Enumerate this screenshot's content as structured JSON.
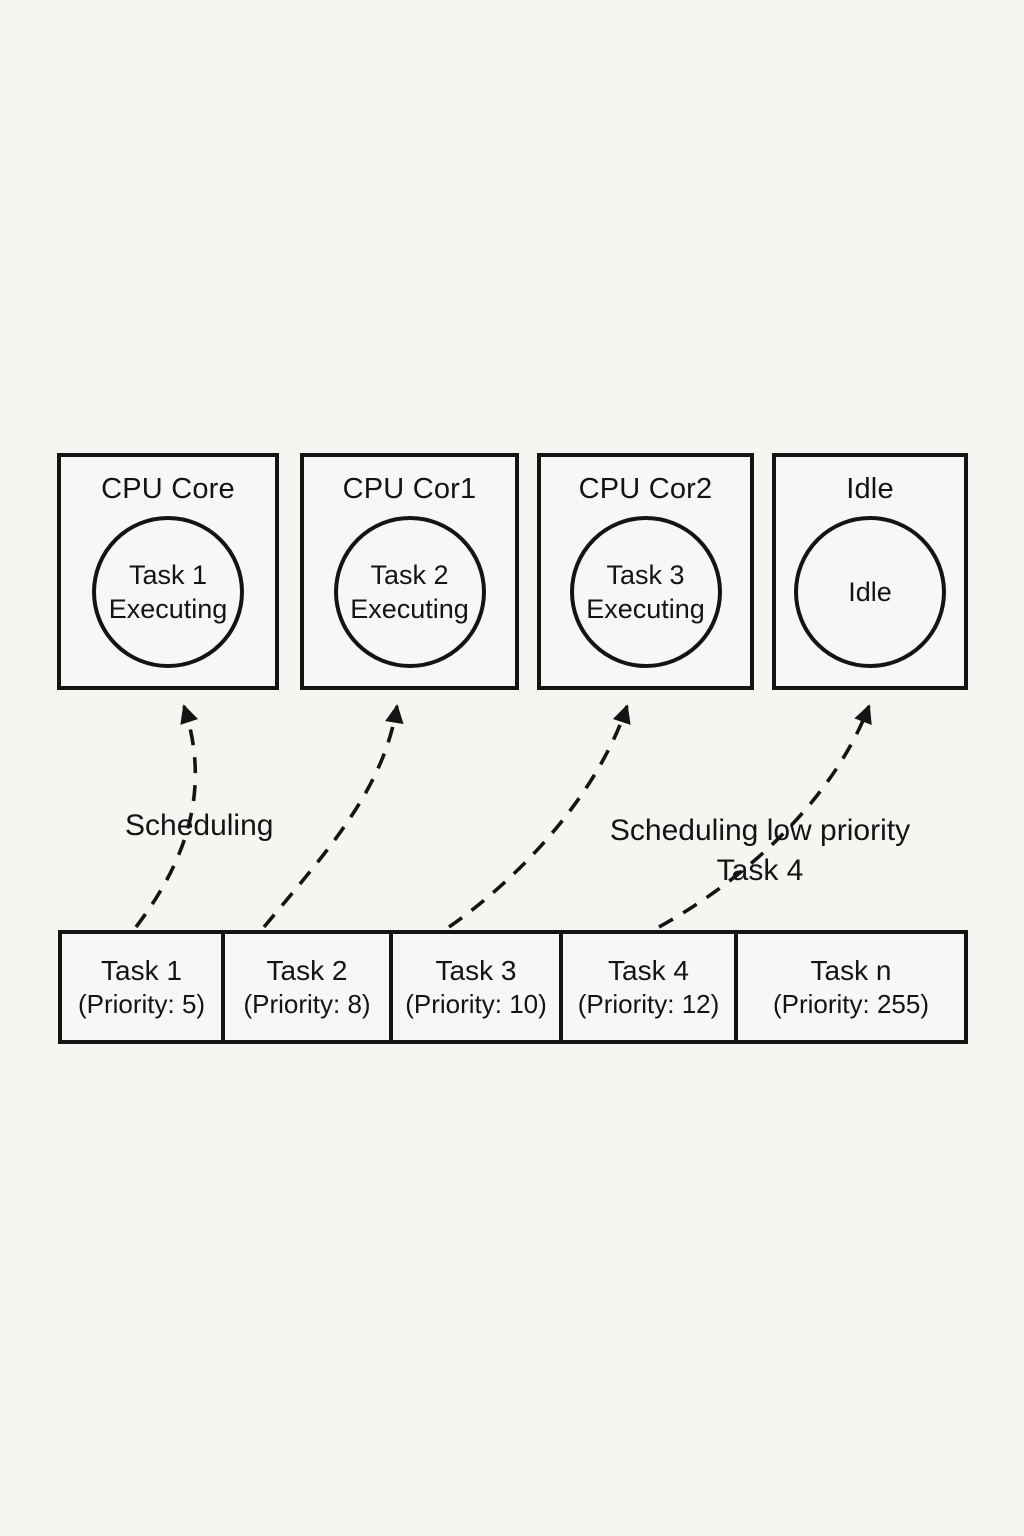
{
  "canvas": {
    "background": "#f6f5f2",
    "line_color": "#141414"
  },
  "cores": [
    {
      "title": "CPU Core",
      "state_line1": "Task 1",
      "state_line2": "Executing"
    },
    {
      "title": "CPU Cor1",
      "state_line1": "Task 2",
      "state_line2": "Executing"
    },
    {
      "title": "CPU Cor2",
      "state_line1": "Task 3",
      "state_line2": "Executing"
    },
    {
      "title": "Idle",
      "state_line1": "Idle",
      "state_line2": ""
    }
  ],
  "labels": {
    "scheduling": "Scheduling",
    "scheduling_low_line1": "Scheduling low priority",
    "scheduling_low_line2": "Task 4"
  },
  "queue": [
    {
      "name": "Task 1",
      "priority": "(Priority: 5)"
    },
    {
      "name": "Task 2",
      "priority": "(Priority: 8)"
    },
    {
      "name": "Task 3",
      "priority": "(Priority: 10)"
    },
    {
      "name": "Task 4",
      "priority": "(Priority: 12)"
    },
    {
      "name": "Task n",
      "priority": "(Priority: 255)"
    }
  ]
}
